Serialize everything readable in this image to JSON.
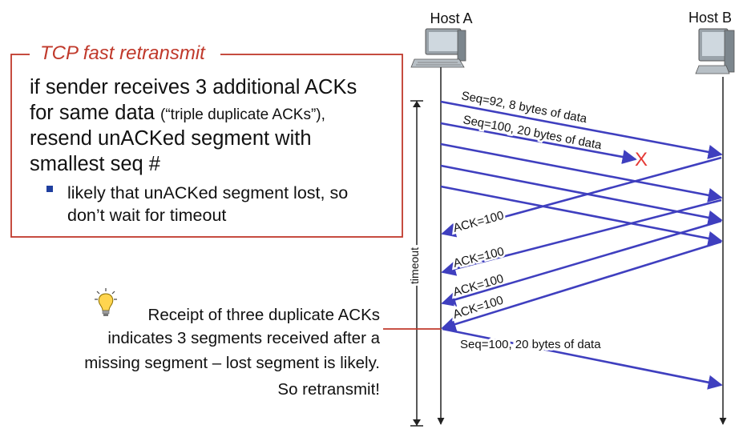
{
  "hosts": {
    "a_label": "Host A",
    "b_label": "Host B"
  },
  "box": {
    "title": "TCP fast retransmit",
    "main_lines": [
      "if sender receives 3 additional ACKs",
      "for same data",
      "resend unACKed segment with",
      "smallest seq #"
    ],
    "parenthetical": "(“triple duplicate ACKs”),",
    "bullet_lines": [
      "likely that unACKed segment lost, so",
      "don’t wait for timeout"
    ]
  },
  "timeout_label": "timeout",
  "messages": {
    "seq92": "Seq=92, 8 bytes of data",
    "seq100": "Seq=100, 20 bytes of data",
    "ack1": "ACK=100",
    "ack2": "ACK=100",
    "ack3": "ACK=100",
    "ack4": "ACK=100",
    "retransmit": "Seq=100, 20 bytes of data"
  },
  "loss_mark": "X",
  "note_lines": [
    "Receipt of three duplicate ACKs",
    "indicates 3 segments received after a",
    "missing segment – lost segment is likely.",
    "So retransmit!"
  ],
  "colors": {
    "arrow": "#3f3fbf",
    "box_border": "#c0392b",
    "title": "#c0392b",
    "loss": "#e53935",
    "bullet": "#1f3f9f"
  },
  "icons": {
    "host_a": "computer-icon",
    "host_b": "computer-icon",
    "note": "lightbulb-icon"
  }
}
